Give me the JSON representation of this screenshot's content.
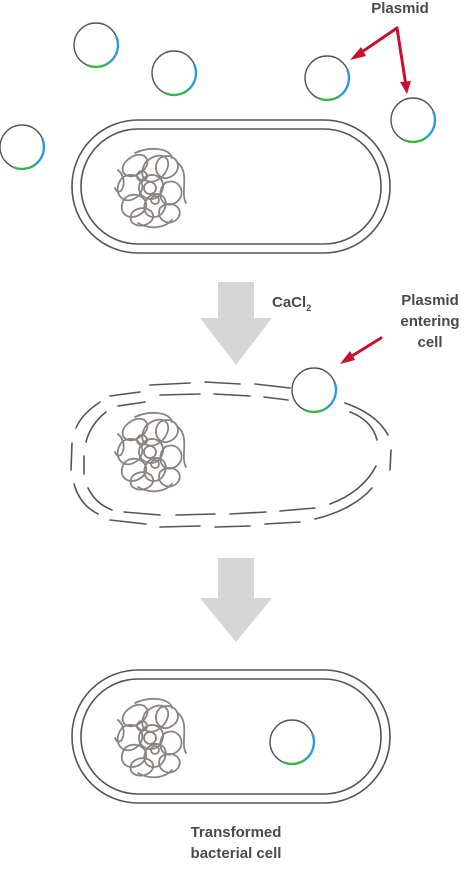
{
  "labels": {
    "plasmid": "Plasmid",
    "cacl2_main": "CaCl",
    "cacl2_sub": "2",
    "entering_line1": "Plasmid",
    "entering_line2": "entering",
    "entering_line3": "cell",
    "transformed_line1": "Transformed",
    "transformed_line2": "bacterial cell"
  },
  "colors": {
    "outline": "#555555",
    "dna": "#8a8380",
    "arrow_pointer": "#c8102e",
    "process_arrow": "#d6d6d6",
    "plasmid_green": "#3ab44a",
    "plasmid_blue": "#2b9ad8",
    "text": "#4a4a4a"
  }
}
